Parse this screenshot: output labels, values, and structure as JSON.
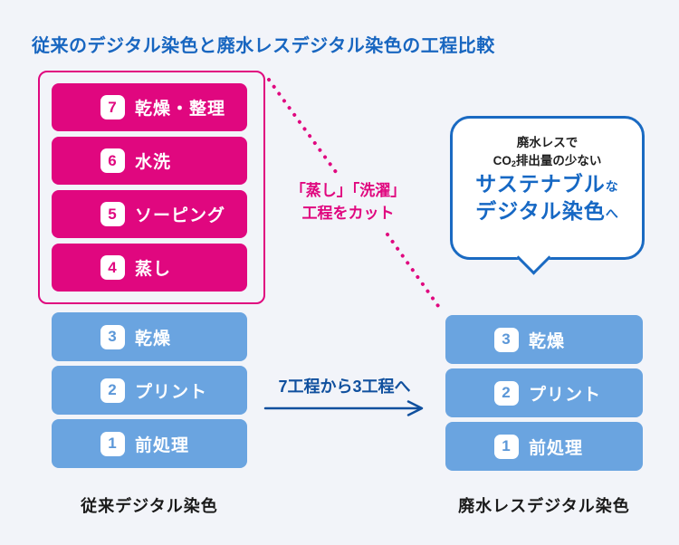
{
  "page": {
    "title": "従来のデジタル染色と廃水レスデジタル染色の工程比較"
  },
  "colors": {
    "background": "#f2f4f9",
    "pink_accent": "#e0077f",
    "blue_box": "#6aa4e0",
    "title_blue": "#1866c0",
    "arrow_blue": "#10509e",
    "bubble_border_blue": "#1a6ac2"
  },
  "left_process": {
    "bottom_label": "従来デジタル染色",
    "cut_steps": [
      {
        "num": "7",
        "label": "乾燥・整理"
      },
      {
        "num": "6",
        "label": "水洗"
      },
      {
        "num": "5",
        "label": "ソーピング"
      },
      {
        "num": "4",
        "label": "蒸し"
      }
    ],
    "kept_steps": [
      {
        "num": "3",
        "label": "乾燥"
      },
      {
        "num": "2",
        "label": "プリント"
      },
      {
        "num": "1",
        "label": "前処理"
      }
    ]
  },
  "right_process": {
    "bottom_label": "廃水レスデジタル染色",
    "steps": [
      {
        "num": "3",
        "label": "乾燥"
      },
      {
        "num": "2",
        "label": "プリント"
      },
      {
        "num": "1",
        "label": "前処理"
      }
    ]
  },
  "annotations": {
    "cut_note_line1": "「蒸し」「洗濯」",
    "cut_note_line2": "工程をカット",
    "arrow_label": "7工程から3工程へ"
  },
  "speech_bubble": {
    "line1": "廃水レスで",
    "line2_prefix": "CO",
    "line2_sub": "2",
    "line2_suffix": "排出量の少ない",
    "line3_main": "サステナブル",
    "line3_particle": "な",
    "line4_main": "デジタル染色",
    "line4_particle": "へ"
  }
}
